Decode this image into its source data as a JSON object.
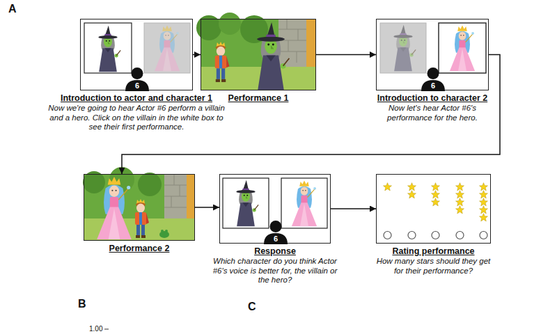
{
  "diagram": {
    "nodes": [
      {
        "text": [
          "Introduction to actor and character 1",
          "Now we're going to hear Actor #6 perform a villain and a hero. Click on the villain in the white box to see their first performance."
        ]
      },
      {
        "text": [
          "6"
        ],
        "in": 0
      },
      {
        "text": [
          "Performance 1"
        ]
      },
      {
        "text": [
          "Introduction to character 2",
          "Now let's hear Actor #6's performance for the hero."
        ]
      },
      {
        "text": [
          "6"
        ],
        "in": 3
      },
      {
        "text": [
          "Performance 2"
        ]
      },
      {
        "text": [
          "Response",
          "Which character do you think Actor #6's voice is better for, the villain or the hero?"
        ]
      },
      {
        "text": [
          "6"
        ],
        "in": 6
      },
      {
        "text": [
          "Rating performance",
          "How many stars should they get for their performance?"
        ]
      }
    ],
    "edges": [
      {
        "from": 0,
        "to": 2,
        "arrow": "to"
      },
      {
        "from": 2,
        "to": 3,
        "arrow": "to"
      },
      {
        "from": 3,
        "to": 5,
        "arrow": "to"
      },
      {
        "from": 5,
        "to": 6,
        "arrow": "to"
      },
      {
        "from": 6,
        "to": 8,
        "arrow": "to"
      }
    ],
    "labels": [
      "A",
      "B",
      "C",
      "1.00"
    ]
  }
}
